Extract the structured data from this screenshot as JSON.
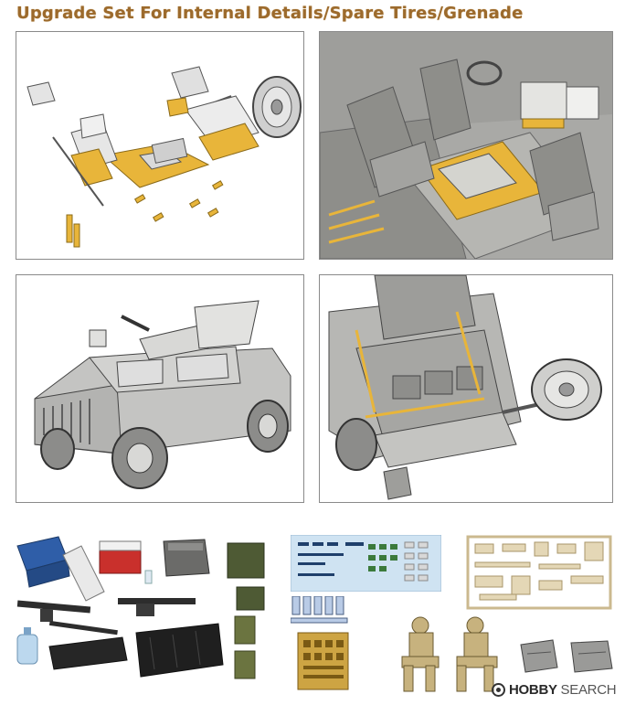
{
  "title": "Upgrade Set For Internal Details/Spare Tires/Grenade",
  "panels": [
    {
      "name": "exploded-parts-diagram"
    },
    {
      "name": "interior-cabin-view"
    },
    {
      "name": "vehicle-exterior-view"
    },
    {
      "name": "rear-cargo-spare-tire-view"
    }
  ],
  "watermark": {
    "logo_icon": "hobby-search-logo-icon",
    "brand_bold": "H",
    "brand_mid": "OBBY",
    "brand_light": " SEARCH"
  },
  "colors": {
    "title": "#9c6a2c",
    "photo_etch": "#e8b53a",
    "model_grey": "#8e8e8a",
    "decal_blue": "#cfe3f2"
  }
}
